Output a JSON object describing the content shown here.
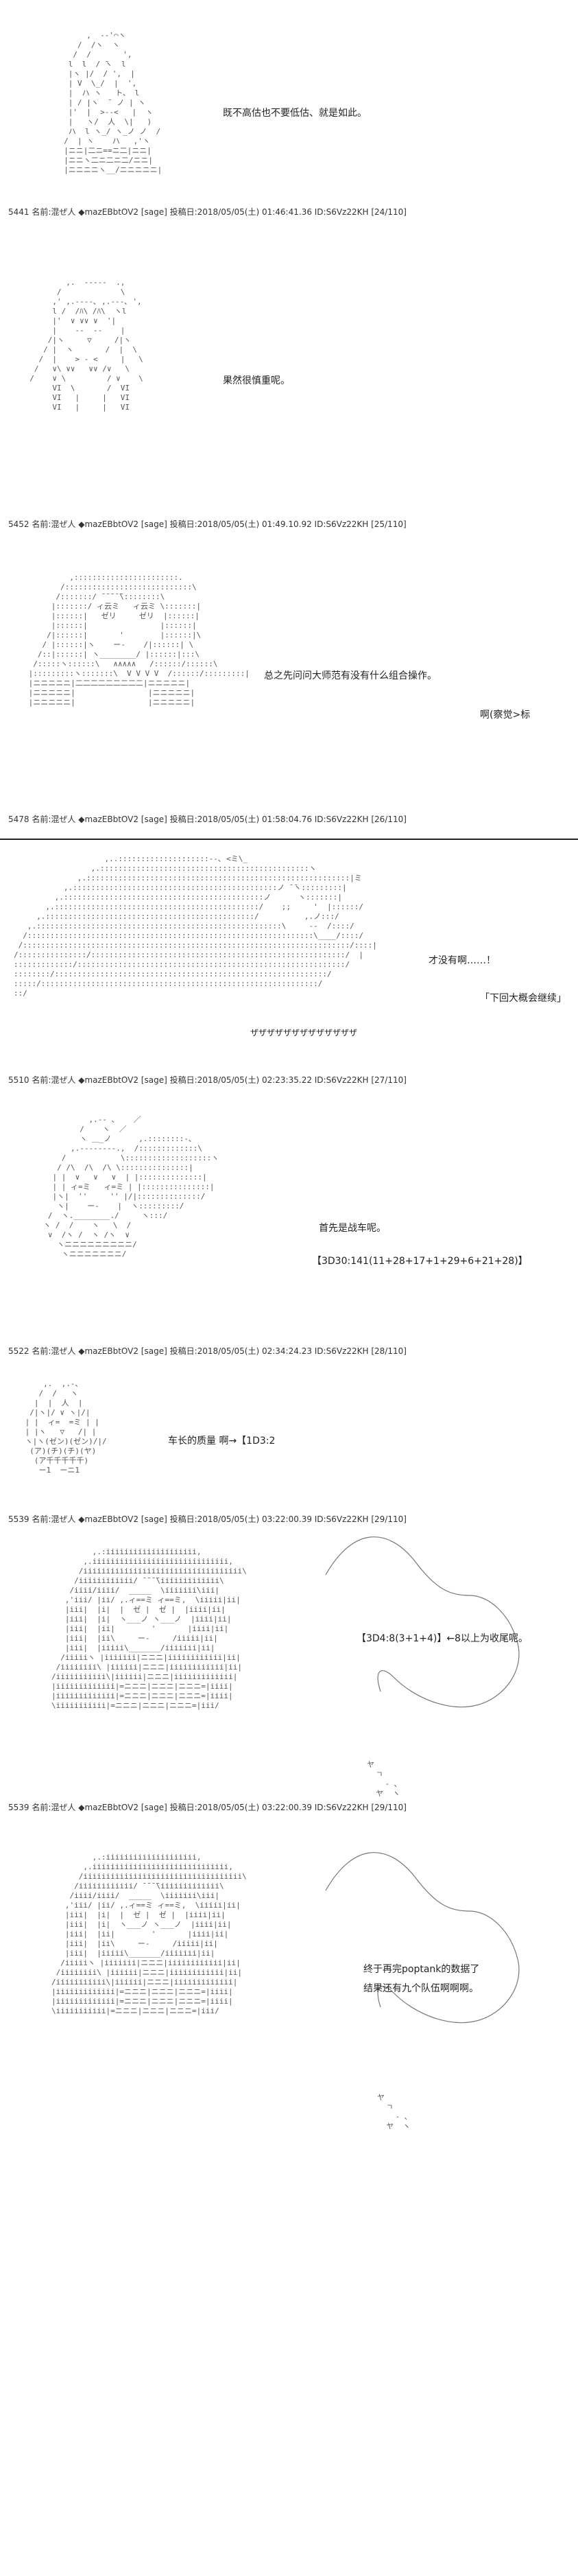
{
  "posts": [
    {
      "speech": [
        "既不高估也不要低估、就是如此。"
      ],
      "header": ""
    },
    {
      "speech": [
        "果然很慎重呢。"
      ],
      "header": "5441 名前:混ぜ人 ◆mazEBbtOV2 [sage] 投稿日:2018/05/05(土) 01:46:41.36 ID:S6Vz22KH [24/110]"
    },
    {
      "speech": [
        "总之先问问大师范有没有什么组合操作。",
        "啊(察觉>标"
      ],
      "header": "5452 名前:混ぜ人 ◆mazEBbtOV2 [sage] 投稿日:2018/05/05(土) 01:49.10.92 ID:S6Vz22KH [25/110]"
    },
    {
      "speech": [
        "才没有啊……！",
        "「下回大概会继续」",
        "ザザザザザザザザザザザザザ"
      ],
      "header": "5478 名前:混ぜ人 ◆mazEBbtOV2 [sage] 投稿日:2018/05/05(土) 01:58:04.76 ID:S6Vz22KH [26/110]"
    },
    {
      "speech": [
        "首先是战车呢。",
        "【3D30:141(11+28+17+1+29+6+21+28)】"
      ],
      "header": "5510 名前:混ぜ人 ◆mazEBbtOV2 [sage] 投稿日:2018/05/05(土) 02:23:35.22 ID:S6Vz22KH [27/110]"
    },
    {
      "speech": [
        "车长的质量 啊→【1D3:2"
      ],
      "header": "5522 名前:混ぜ人 ◆mazEBbtOV2 [sage] 投稿日:2018/05/05(土) 02:34:24.23 ID:S6Vz22KH [28/110]"
    },
    {
      "speech": [
        "【3D4:8(3+1+4)】←8以上为收尾呢。"
      ],
      "header": "5539 名前:混ぜ人 ◆mazEBbtOV2 [sage] 投稿日:2018/05/05(土) 03:22:00.39 ID:S6Vz22KH [29/110]"
    },
    {
      "speech": [
        "终于再完poptank的数据了",
        "结果还有九个队伍啊啊啊。"
      ],
      "header": ""
    }
  ],
  "aa": {
    "a1": "          ,  -‐'⌒ヽ\n        /  /ヽ  ヽ\n       /  /       ',\n      l  l  / ̄ヽ  l\n      |ヽ |/  / ',  |\n      | V  \\_/  |  ',\n      |  ハ ヽ   ト、 l\n      | / |ヽ  ̄  ノ | ヽ\n      |'  |  >-‐<   |  ヽ\n      |   ヽ/  人  \\|   )\n      ハ  l ヽ_/ ヽ_ノ ノ  /\n     /  | ヽ    ハ   ,'ヽ\n     |ニニ|二ニ==ニ二|ニニ|\n     |ニニヽ二ニ二ニ二/ニニ|\n     |ニニニニヽ__/ニニニニニ|",
    "a2": "          ,.  -‐‐‐-  .,\n        /             \\\n       ,' ,.-‐‐-､ ,.-‐-､ ',\n       l /  /ﾊ\\ /ﾊ\\  ヽl\n       |'  ∨ ∨∨ ∨  '|\n       |    ‐-  -‐    |\n      /|ヽ     ▽     /|ヽ\n     / |  ヽ       /  |  \\\n    /  |    > ‐ <     |   \\\n   /   ∨\\ ∨∨   ∨∨ /∨   \\\n  /    ∨ \\         / ∨    \\\n       VI  \\       /  VI\n       VI   |     |   VI\n       VI   |     |   VI",
    "a3": "          ,:::::::::::::::::::::::.\n        /::::::::::::::::::::::::::::\\\n       /:::::::/ ̄ ̄ ̄ ̄ ̄\\::::::::\\\n      |:::::::/ ィ云ミ   ィ云ミ \\:::::::|\n      |::::::|   ゼリ     ゼリ  |::::::|\n      |::::::|                |::::::|\n     /|::::::|       '        |::::::|\\\n    / |::::::|ヽ    ー‐    /|::::::| \\\n   /::|::::::| ヽ________/ |::::::|:::\\\n  /:::::ヽ::::::\\   ∧∧∧∧∧   /::::::/::::::\\\n |:::::::::ヽ:::::::\\  V V V V  /::::::/:::::::::|\n |ニニニニニ|二二二二二二二二二|ニニニニニ|\n |ニニニニニ|                |ニニニニニ|\n |ニニニニニ|                |ニニニニニ|",
    "a4": "                    ,..::::::::::::::::::::‐-､ <ミ\\_\n                 ,.::::::::::::::::::::::::::::::::::::::::::::::ヽ\n              ,.::::::::::::::::::::::::::::::::::::::::::::::::::::::::::|ミ\n           ,.:::::::::::::::::::::::::::::::::::::::::::::ノ ̄ ̄ヽ:::::::::|\n         ,.::::::::::::::::::::::::::::::::::::::::::::ノ      ヽ:::::::|\n       ,.:::::::::::::::::::::::::::::::::::::::::::::/    ;;     '  |::::::/\n     ,.::::::::::::::::::::::::::::::::::::::::::::::/          ,.ノ:::/\n   ,.::::::::::::::::::::::::::::::::::::::::::::::::::::::\\     ‐-  /::::/\n  /:::::::::::::::::::::::::::::::::::::::::::::::::::::::::::::::\\____/::::/\n /::::::::::::::::::::::::::::::::::::::::::::::::::::::::::::::::::::::::/::::|\n/:::::::::::::::/::::::::::::::::::::::::::::::::::::::::::::::::::::::::/  |\n:::::::::::::/:::::::::::::::::::::::::::::::::::::::::::::::::::::::::::/\n::::::::/::::::::::::::::::::::::::::::::::::::::::::::::::::::::::::/\n:::::/:::::::::::::::::::::::::::::::::::::::::::::::::::::::::::::/\n::/",
    "a5": "            ,.‐- ､    ／\n          /    ヽ  ／\n          ヽ ＿_ノ      ,.::::::::-､\n        ,.-‐‐‐‐‐‐-.,  /:::::::::::::\\\n      /            \\:::::::::::::::::::ヽ\n     / /\\  /\\  /\\ \\:::::::::::::::|\n    | |  ∨   ∨   ∨  | |::::::::::::::|\n    | | ィ=ミ   ィ=ミ | |:::::::::::::::|\n    |ヽ|  ''     '' |/|::::::::::::::/\n     ヽ|    ー‐    |  ヽ:::::::::/\n   /  ヽ.________./     ヽ:::/\n  ヽ /  /    ヽ   \\  /\n   ∨  /ヽ /  ヽ /ヽ  ∨\n     ヽニニニニニニニニニ/\n      ヽニニニニニニニ/",
    "a6": "     ,.  ,.-､\n    /  /   ヽ\n   |  |  人  |\n  /|ヽ|/ ∨ ヽ|/|\n | |  ィ=  =ミ | |\n | |ヽ   ▽   /| |\n ヽ|ヽ(ゼン)(ゼン)/|/\n  (ア)(チ)(チ)(ヤ)\n   (ア千千千千千)\n    ー1  ーニ1",
    "a7": "         ,.:iiiiiiiiiiiiiiiiiiii,\n       ,.iiiiiiiiiiiiiiiiiiiiiiiiiiiiii,\n      /iiiiiiiiiiiiiiiiiiiiiiiiiiiiiiiiiii\\\n     /iiiiiiiiiiii/ ̄ ̄ ̄ ̄\\iiiiiiiiiiiii\\\n    /iiii/iiii/  _____  \\iiiiiii\\iii|\n   ,'iii/ |ii/ ,.ィ==ミ ィ==ミ,  \\iiiii|ii|\n   |iii|  |i|  |  ゼ |  ゼ |  |iiii|ii|\n   |iii|  |i|  ヽ___ノ ヽ___ノ  |iiii|ii|\n   |iii|  |ii|        '       |iiii|ii|\n   |iii|  |ii\\     ー‐     /iiiii|ii|\n   |iii|  |iiiii\\_______/iiiiiii|ii|\n  /iiiiiヽ |iiiiiii|ニニニ|iiiiiiiiiiii|ii|\n /iiiiiiii\\ |iiiiii|ニニニ|iiiiiiiiiiii|ii|\n/iiiiiiiiiii\\|iiiiii|ニニニ|iiiiiiiiiiiii|\n|iiiiiiiiiiiii|=ニニニ|ニニニ|ニニニ=|iiii|\n|iiiiiiiiiiiii|=ニニニ|ニニニ|ニニニ=|iiii|\n\\iiiiiiiiiii|=ニニニ|ニニニ|ニニニ=|iii/",
    "a8": "         ,.:iiiiiiiiiiiiiiiiiiii,\n       ,.iiiiiiiiiiiiiiiiiiiiiiiiiiiiii,\n      /iiiiiiiiiiiiiiiiiiiiiiiiiiiiiiiiiii\\\n     /iiiiiiiiiiii/ ̄ ̄ ̄ ̄\\iiiiiiiiiiiii\\\n    /iiii/iiii/  _____  \\iiiiiii\\iii|\n   ,'iii/ |ii/ ,.ィ==ミ ィ==ミ,  \\iiiii|ii|\n   |iii|  |i|  |  ゼ |  ゼ |  |iiii|ii|\n   |iii|  |i|  ヽ___ノ ヽ___ノ  |iiii|ii|\n   |iii|  |ii|        '       |iiii|ii|\n   |iii|  |ii\\     ー‐     /iiiii|ii|\n   |iii|  |iiiii\\_______/iiiiiii|ii|\n  /iiiiiヽ |iiiiiii|ニニニ|iiiiiiiiiiii|ii|\n /iiiiiiii\\ |iiiiii|ニニニ|iiiiiiiiiiii|ii|\n/iiiiiiiiiii\\|iiiiii|ニニニ|iiiiiiiiiiiii|\n|iiiiiiiiiiiii|=ニニニ|ニニニ|ニニニ=|iiii|\n|iiiiiiiiiiiii|=ニニニ|ニニニ|ニニニ=|iiii|\n\\iiiiiiiiiii|=ニニニ|ニニニ|ニニニ=|iii/",
    "s6": "ヤ\n  ㄱ\n    ‐ ､\n  ヤ  ヽ"
  }
}
